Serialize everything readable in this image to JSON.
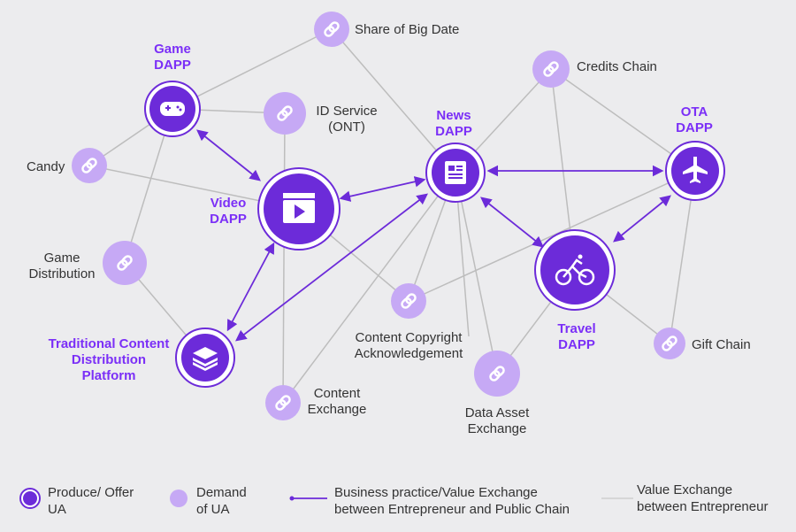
{
  "nodes": {
    "game": {
      "label_1": "Game",
      "label_2": "DAPP"
    },
    "video": {
      "label_1": "Video",
      "label_2": "DAPP"
    },
    "news": {
      "label_1": "News",
      "label_2": "DAPP"
    },
    "ota": {
      "label_1": "OTA",
      "label_2": "DAPP"
    },
    "travel": {
      "label_1": "Travel",
      "label_2": "DAPP"
    },
    "traditional": {
      "label_1": "Traditional Content",
      "label_2": "Distribution",
      "label_3": "Platform"
    },
    "share": {
      "label": "Share of Big Date"
    },
    "id_service": {
      "label_1": "ID Service",
      "label_2": "(ONT)"
    },
    "credits": {
      "label": "Credits Chain"
    },
    "candy": {
      "label": "Candy"
    },
    "game_dist": {
      "label_1": "Game",
      "label_2": "Distribution"
    },
    "copyright": {
      "label_1": "Content Copyright",
      "label_2": "Acknowledgement"
    },
    "content_exchange": {
      "label_1": "Content",
      "label_2": "Exchange"
    },
    "data_asset": {
      "label_1": "Data Asset",
      "label_2": "Exchange"
    },
    "gift": {
      "label": "Gift Chain"
    }
  },
  "legend": {
    "produce_1": "Produce/ Offer",
    "produce_2": "UA",
    "demand_1": "Demand",
    "demand_2": "of UA",
    "business_1": "Business practice/Value Exchange",
    "business_2": "between Entrepreneur and Public Chain",
    "value_1": "Value Exchange",
    "value_2": "between Entrepreneur"
  },
  "colors": {
    "purple": "#6c2bd9",
    "light_purple": "#c6a9f5",
    "line": "#bdbdbd"
  }
}
